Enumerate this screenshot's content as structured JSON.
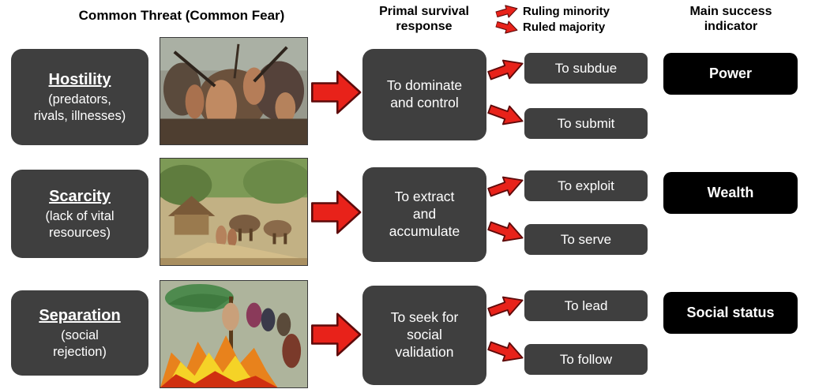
{
  "colors": {
    "arrow_red": "#e8221a",
    "arrow_outline": "#5e0a0a",
    "box_dark": "#3f3f3f",
    "box_black": "#000000",
    "text_white": "#ffffff",
    "background": "#ffffff"
  },
  "headers": {
    "common_threat": "Common Threat (Common Fear)",
    "primal_response": "Primal survival\nresponse",
    "main_success": "Main success\nindicator",
    "legend": [
      {
        "label": "Ruling minority"
      },
      {
        "label": "Ruled majority"
      }
    ]
  },
  "rows": [
    {
      "threat_title": "Hostility",
      "threat_detail": "(predators,\nrivals, illnesses)",
      "image_desc": "crowd-battle-painting",
      "response": "To dominate\nand control",
      "minority_action": "To subdue",
      "majority_action": "To submit",
      "indicator": "Power"
    },
    {
      "threat_title": "Scarcity",
      "threat_detail": "(lack of vital\nresources)",
      "image_desc": "village-resources-painting",
      "response": "To extract\nand\naccumulate",
      "minority_action": "To exploit",
      "majority_action": "To serve",
      "indicator": "Wealth"
    },
    {
      "threat_title": "Separation",
      "threat_detail": "(social\nrejection)",
      "image_desc": "burning-at-stake-painting",
      "response": "To seek for\nsocial\nvalidation",
      "minority_action": "To lead",
      "majority_action": "To follow",
      "indicator": "Social status"
    }
  ]
}
